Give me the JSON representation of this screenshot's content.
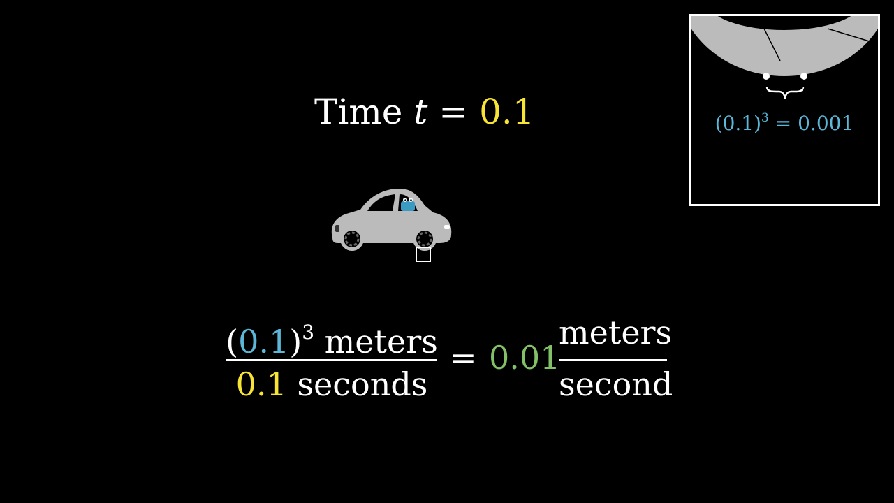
{
  "title": {
    "prefix": "Time",
    "variable": "t",
    "equals": "=",
    "value": "0.1"
  },
  "zoom_inset": {
    "base": "(0.1)",
    "exponent": "3",
    "equals": "=",
    "result": "0.001"
  },
  "equation": {
    "left_numerator_open": "(",
    "left_numerator_value": "0.1",
    "left_numerator_close": ")",
    "left_numerator_exponent": "3",
    "left_numerator_unit": "meters",
    "left_denominator_value": "0.1",
    "left_denominator_unit": "seconds",
    "equals": "=",
    "coefficient": "0.01",
    "right_numerator_unit": "meters",
    "right_denominator_unit": "second"
  },
  "colors": {
    "background": "#000000",
    "time_value": "#f7e434",
    "cubed_value": "#5cb7d8",
    "coefficient": "#83c167",
    "car_body": "#bbbbbb"
  }
}
